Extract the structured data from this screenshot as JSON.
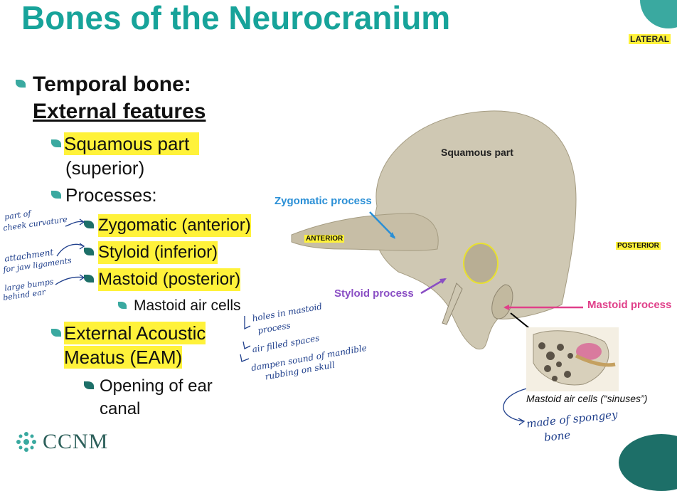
{
  "title": "Bones of the Neurocranium",
  "orientation": {
    "lateral": "LATERAL",
    "anterior": "ANTERIOR",
    "posterior": "POSTERIOR"
  },
  "bullets": {
    "heading_1": "Temporal bone:",
    "heading_2": "External features",
    "squamous": "Squamous part",
    "squamous_sub": "(superior)",
    "processes": "Processes:",
    "zygomatic": "Zygomatic (anterior)",
    "styloid": "Styloid (inferior)",
    "mastoid": "Mastoid (posterior)",
    "mastoid_cells": "Mastoid air cells",
    "eam_1": "External Acoustic",
    "eam_2": "Meatus (EAM)",
    "opening_1": "Opening of ear",
    "opening_2": "canal"
  },
  "handwritten": {
    "zyg_note_1": "part of",
    "zyg_note_2": "cheek curvature",
    "sty_note_1": "attachment",
    "sty_note_2": "for jaw ligaments",
    "mas_note_1": "large bumps",
    "mas_note_2": "behind ear",
    "cells_note_1": "holes in mastoid",
    "cells_note_2": "process",
    "cells_note_3": "air filled spaces",
    "cells_note_4": "dampen sound of mandible",
    "cells_note_5": "rubbing on skull",
    "sinus_note_1": "made of spongey",
    "sinus_note_2": "bone"
  },
  "figure_labels": {
    "squamous": "Squamous part",
    "zygomatic": "Zygomatic process",
    "styloid": "Styloid process",
    "mastoid": "Mastoid process",
    "air_cells": "Mastoid air cells (“sinuses”)"
  },
  "logo": "CCNM",
  "colors": {
    "teal": "#17a39a",
    "highlight": "#fff23a",
    "ink": "#1f3f8c",
    "blue": "#2a8fd6",
    "purple": "#8a4ec4",
    "pink": "#e0408a"
  }
}
